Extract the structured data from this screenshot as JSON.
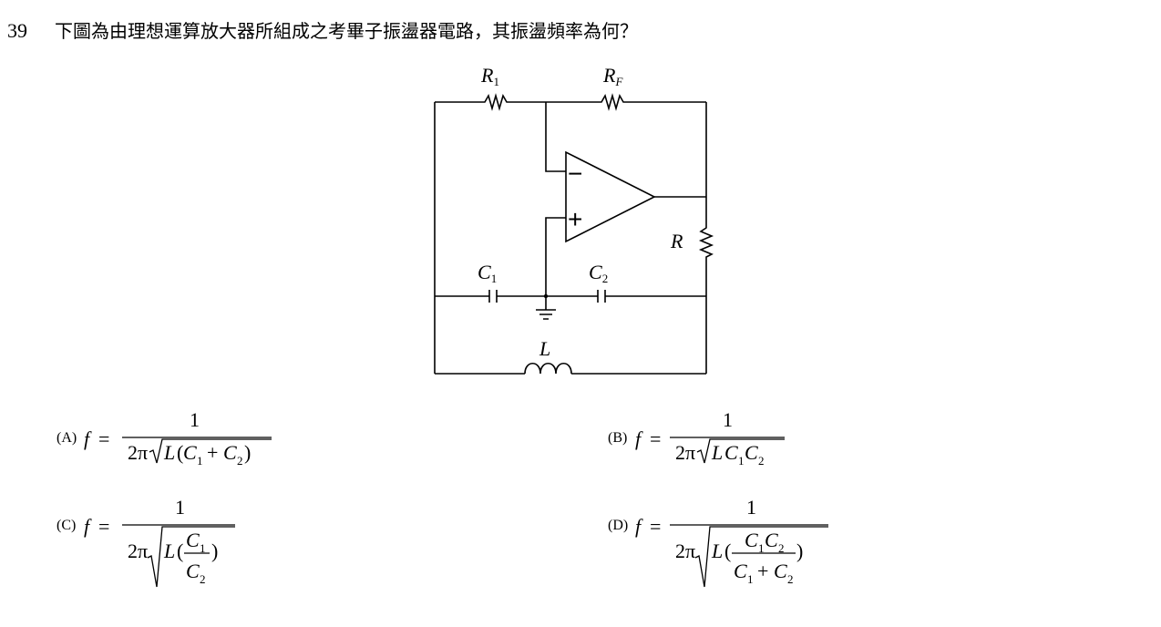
{
  "question": {
    "number": "39",
    "text": "下圖為由理想運算放大器所組成之考畢子振盪器電路，其振盪頻率為何？"
  },
  "circuit": {
    "labels": {
      "r1": "R",
      "r1_sub": "1",
      "rf": "R",
      "rf_sub": "F",
      "r": "R",
      "c1": "C",
      "c1_sub": "1",
      "c2": "C",
      "c2_sub": "2",
      "l": "L",
      "minus": "−",
      "plus": "+"
    }
  },
  "options": {
    "a": {
      "label": "(A)"
    },
    "b": {
      "label": "(B)"
    },
    "c": {
      "label": "(C)"
    },
    "d": {
      "label": "(D)"
    }
  },
  "formula": {
    "f": "f",
    "eq": "=",
    "one": "1",
    "two_pi": "2π",
    "L": "L",
    "C": "C",
    "sub1": "1",
    "sub2": "2",
    "plus": "+",
    "lparen": "(",
    "rparen": ")"
  }
}
